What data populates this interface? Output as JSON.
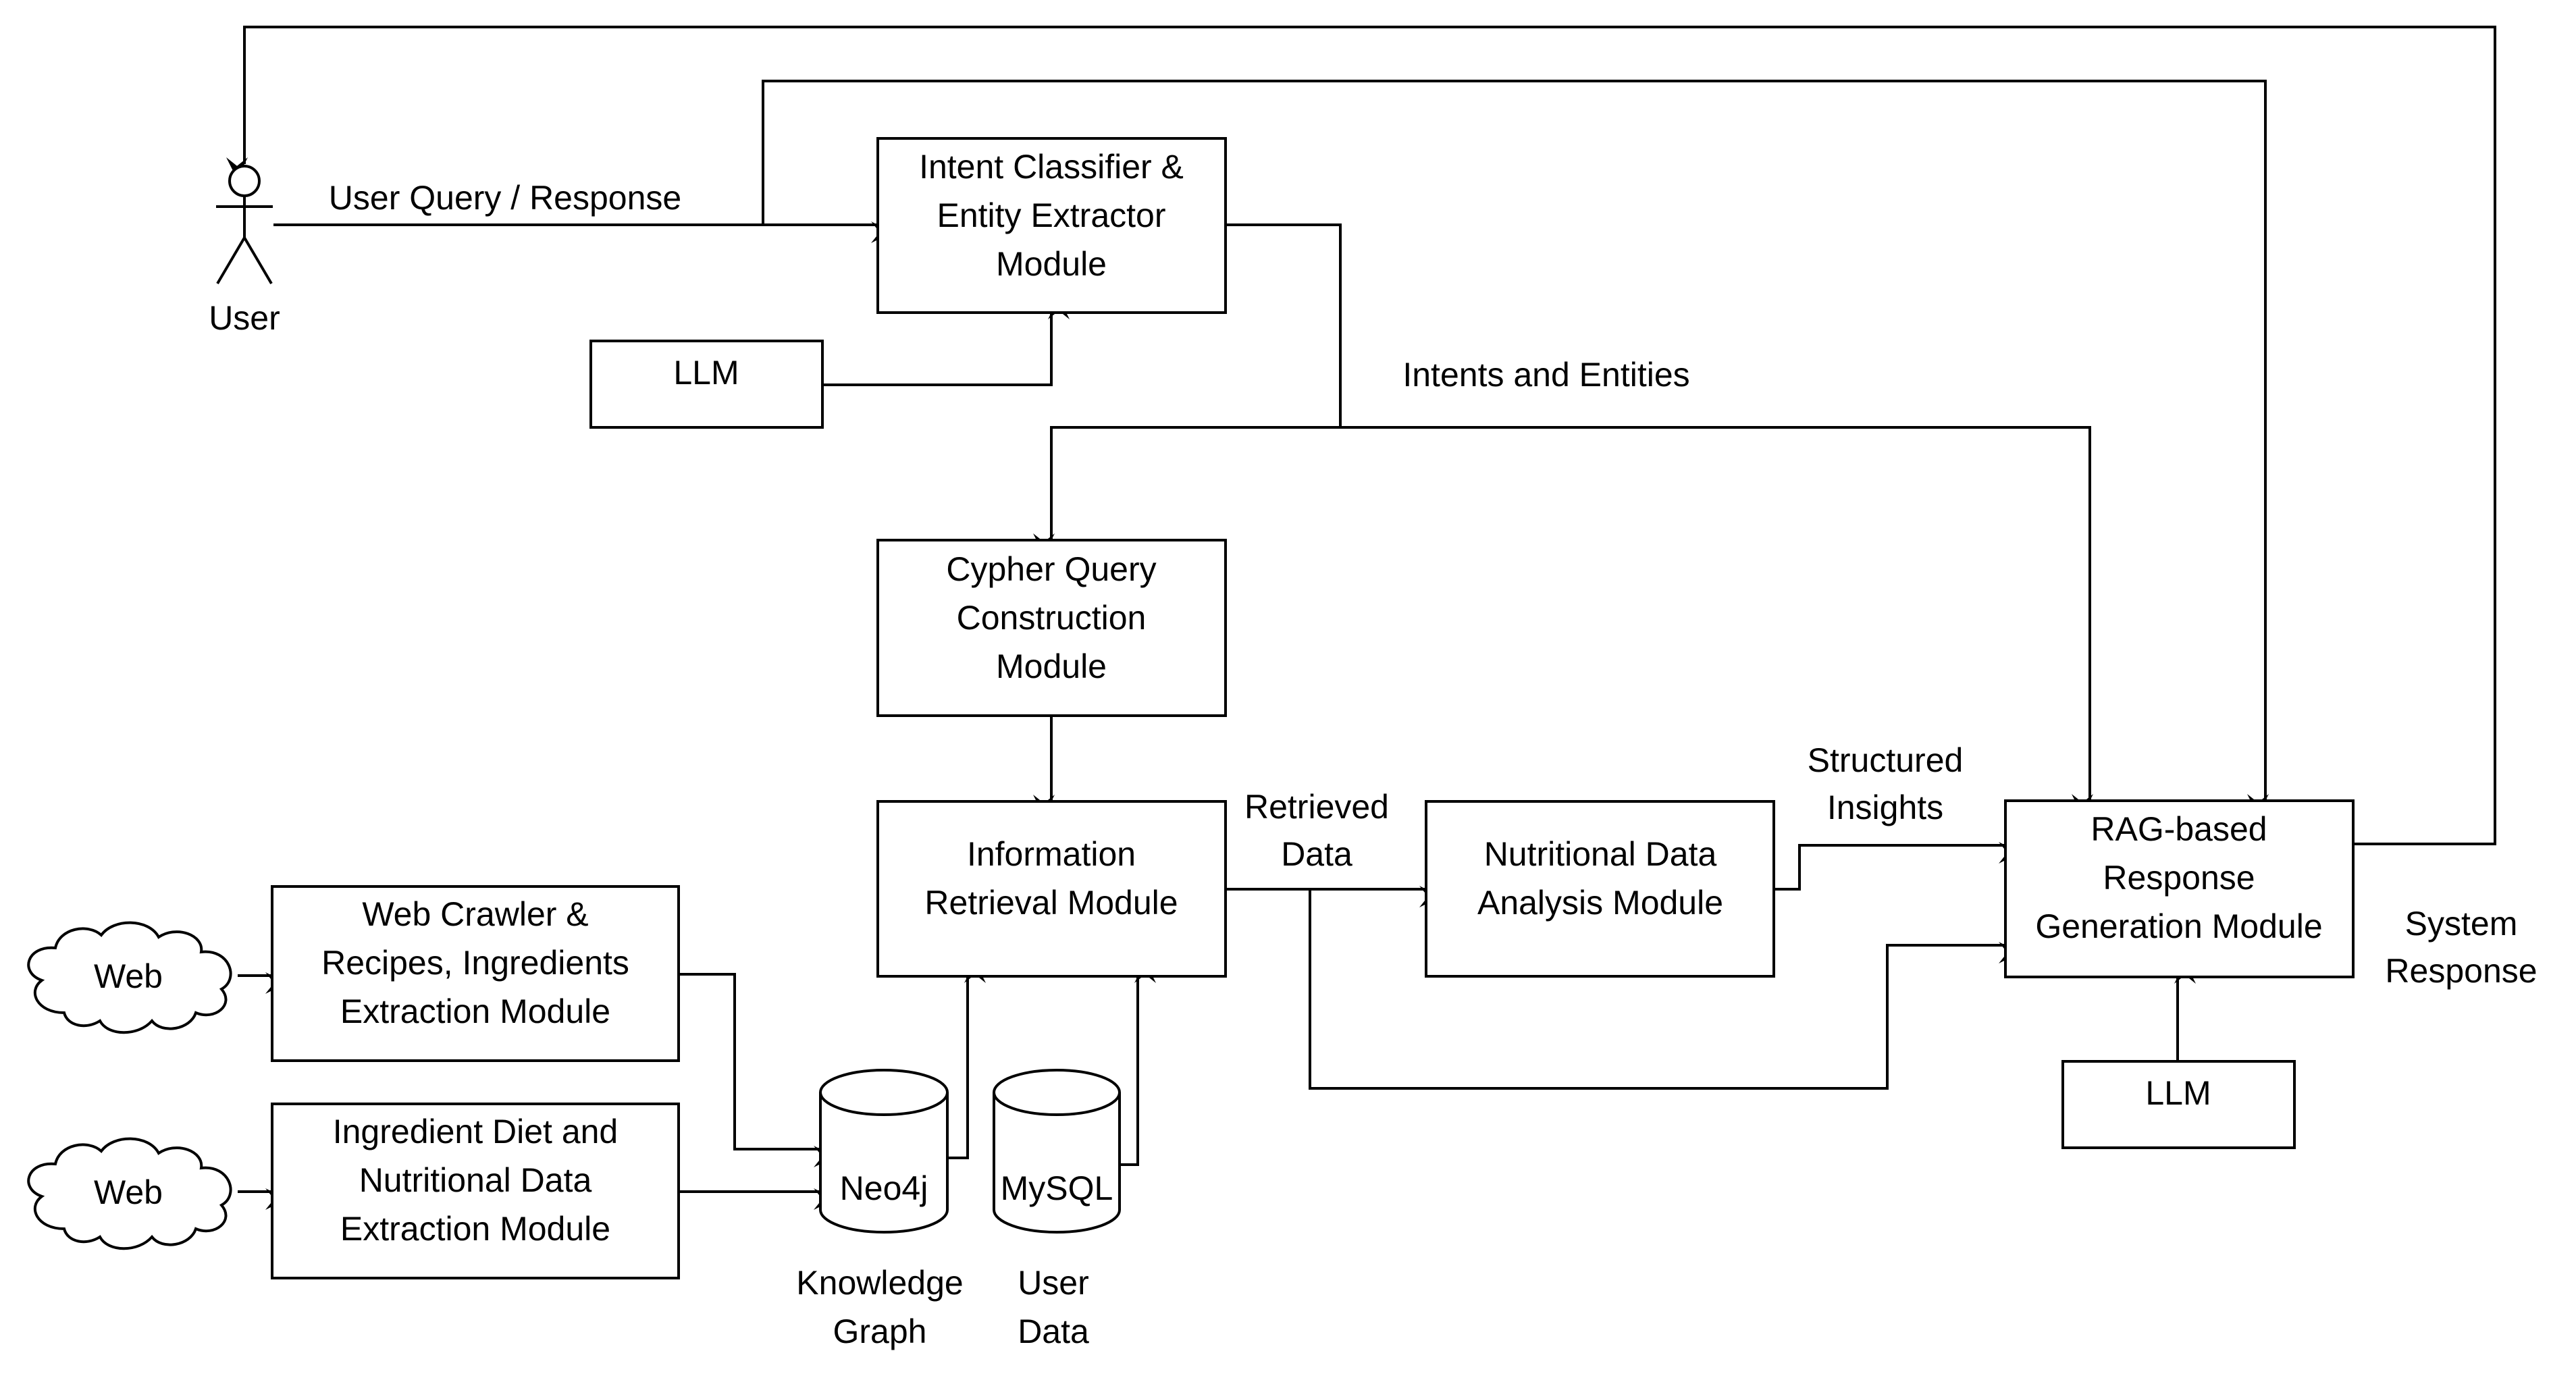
{
  "actor": {
    "label": "User"
  },
  "boxes": {
    "intent": [
      "Intent Classifier &",
      "Entity Extractor",
      "Module"
    ],
    "llm_top": [
      "LLM"
    ],
    "cypher": [
      "Cypher Query",
      "Construction",
      "Module"
    ],
    "retrieval": [
      "Information",
      "Retrieval Module"
    ],
    "nutrition": [
      "Nutritional Data",
      "Analysis Module"
    ],
    "rag": [
      "RAG-based",
      "Response",
      "Generation Module"
    ],
    "llm_bottom": [
      "LLM"
    ],
    "crawler": [
      "Web Crawler &",
      "Recipes, Ingredients",
      "Extraction Module"
    ],
    "diet": [
      "Ingredient Diet and",
      "Nutritional Data",
      "Extraction Module"
    ]
  },
  "clouds": {
    "web1": "Web",
    "web2": "Web"
  },
  "databases": {
    "neo4j": {
      "label": "Neo4j",
      "caption": [
        "Knowledge",
        "Graph"
      ]
    },
    "mysql": {
      "label": "MySQL",
      "caption": [
        "User",
        "Data"
      ]
    }
  },
  "edge_labels": {
    "user_query": [
      "User Query / Response"
    ],
    "intents": [
      "Intents and Entities"
    ],
    "retrieved": [
      "Retrieved",
      "Data"
    ],
    "structured": [
      "Structured",
      "Insights"
    ],
    "system": [
      "System",
      "Response"
    ]
  }
}
